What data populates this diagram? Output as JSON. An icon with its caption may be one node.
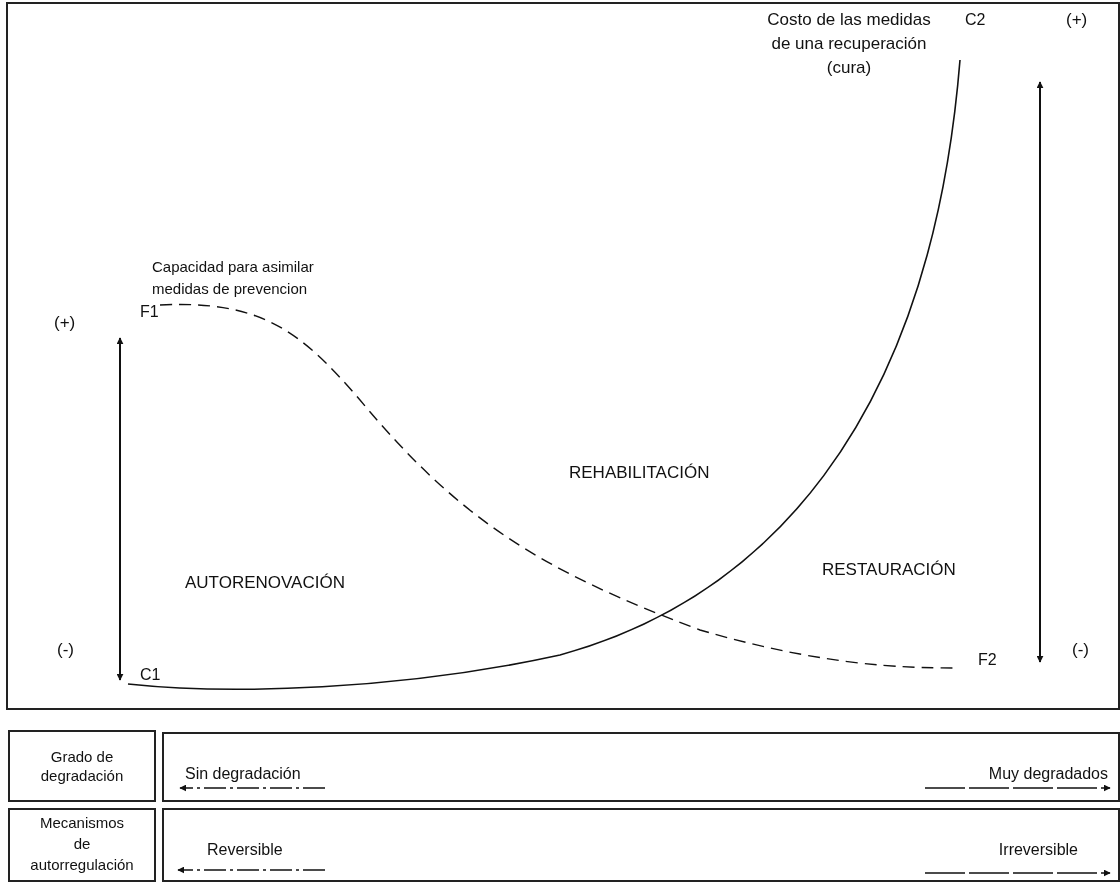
{
  "diagram": {
    "nodes": [
      {
        "text": [],
        "shape": "box"
      },
      {
        "text": [
          "Grado de degradación"
        ]
      },
      {
        "text": [
          "Sin degradación",
          "Muy degradados"
        ]
      },
      {
        "text": [
          "Mecanismos de autorregulación"
        ]
      },
      {
        "text": [
          "Reversible",
          "Irreversible"
        ]
      }
    ],
    "labels": [
      "Costo de las medidas de una recuperación (cura)",
      "C2",
      "(+)",
      "Capacidad para asimilar medidas de prevencion",
      "(+)",
      "F1",
      "REHABILITACIÓN",
      "AUTORENOVACIÓN",
      "RESTAURACIÓN",
      "(-)",
      "C1",
      "F2",
      "(-)"
    ]
  }
}
